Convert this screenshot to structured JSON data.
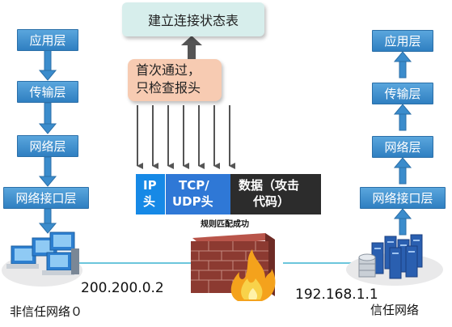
{
  "top_note": "建立连接状态表",
  "mid_note": [
    "首次通过，",
    "只检查报头"
  ],
  "left_stack": [
    "应用层",
    "传输层",
    "网络层",
    "网络接口层"
  ],
  "right_stack": [
    "应用层",
    "传输层",
    "网络层",
    "网络接口层"
  ],
  "packet": {
    "ip": [
      "IP",
      "头"
    ],
    "tcp": [
      "TCP/",
      "UDP头"
    ],
    "data": [
      "数据（攻击",
      "代码）"
    ]
  },
  "match_label": "规则匹配成功",
  "left_ip": "200.200.0.2",
  "right_ip": "192.168.1.1",
  "left_net": "非信任网络０",
  "right_net": "信任网络",
  "colors": {
    "layer_blue": "#3f8fcf",
    "ip_blue": "#1689e6",
    "tcp_blue": "#2f78d6",
    "data_dark": "#2c2c2c",
    "note_top": "#d7eeec",
    "note_mid": "#f7cbb2",
    "arrow_blue": "#3b8ccc"
  }
}
